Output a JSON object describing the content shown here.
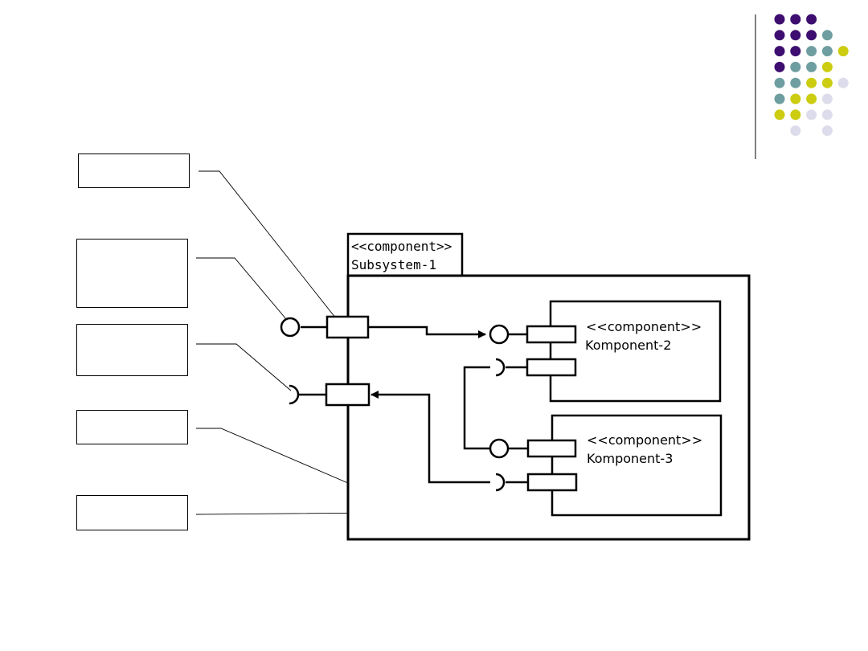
{
  "theme": {
    "dot_colors": {
      "purple": "#3d0e6f",
      "teal": "#6f9ea0",
      "yellow": "#cccc11",
      "lavender": "#dcdcec"
    }
  },
  "decoration": {
    "dot_grid": [
      [
        "purple",
        "purple",
        "purple",
        "",
        "",
        ""
      ],
      [
        "purple",
        "purple",
        "purple",
        "teal",
        "",
        ""
      ],
      [
        "purple",
        "purple",
        "teal",
        "teal",
        "yellow",
        ""
      ],
      [
        "purple",
        "teal",
        "teal",
        "yellow",
        "",
        ""
      ],
      [
        "teal",
        "teal",
        "yellow",
        "yellow",
        "lavender",
        ""
      ],
      [
        "teal",
        "yellow",
        "yellow",
        "lavender",
        "",
        ""
      ],
      [
        "yellow",
        "yellow",
        "lavender",
        "lavender",
        "",
        ""
      ],
      [
        "",
        "lavender",
        "",
        "lavender",
        "",
        ""
      ]
    ]
  },
  "diagram": {
    "subsystem": {
      "stereotype": "<<component>>",
      "name": "Subsystem-1"
    },
    "components": [
      {
        "stereotype": "<<component>>",
        "name": "Komponent-2"
      },
      {
        "stereotype": "<<component>>",
        "name": "Komponent-3"
      }
    ]
  },
  "callouts": [
    {
      "label": ""
    },
    {
      "label": ""
    },
    {
      "label": ""
    },
    {
      "label": ""
    },
    {
      "label": ""
    }
  ]
}
